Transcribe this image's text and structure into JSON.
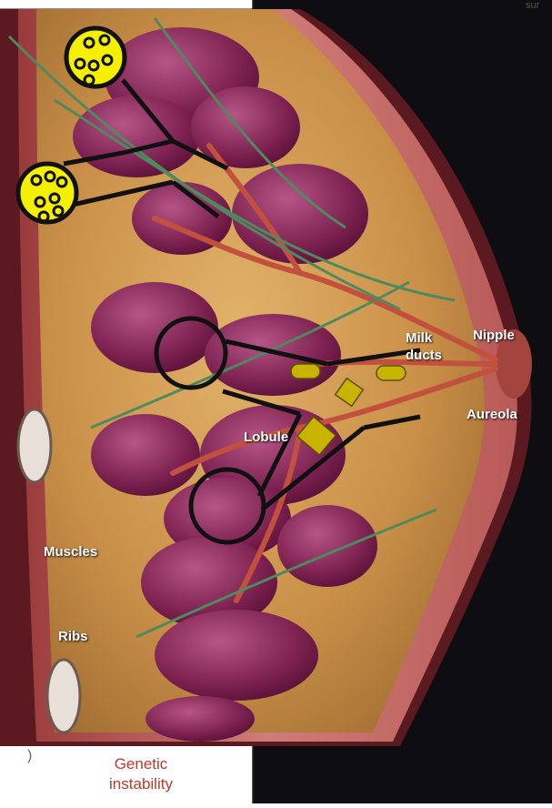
{
  "labels": {
    "milk": "Milk",
    "ducts": "ducts",
    "nipple": "Nipple",
    "aureola": "Aureola",
    "lobule": "Lobule",
    "muscles": "Muscles",
    "ribs": "Ribs",
    "corner": "sur"
  },
  "caption": {
    "line1": "Genetic",
    "line2": "instability"
  },
  "colors": {
    "tissue": "#d09a52",
    "lobule": "#8a2a5a",
    "skin": "#c86a6a",
    "background": "#0e0e12",
    "cell_yellow": "#f5f000",
    "marker_olive": "#c8b400",
    "caption_red": "#c0392b"
  }
}
